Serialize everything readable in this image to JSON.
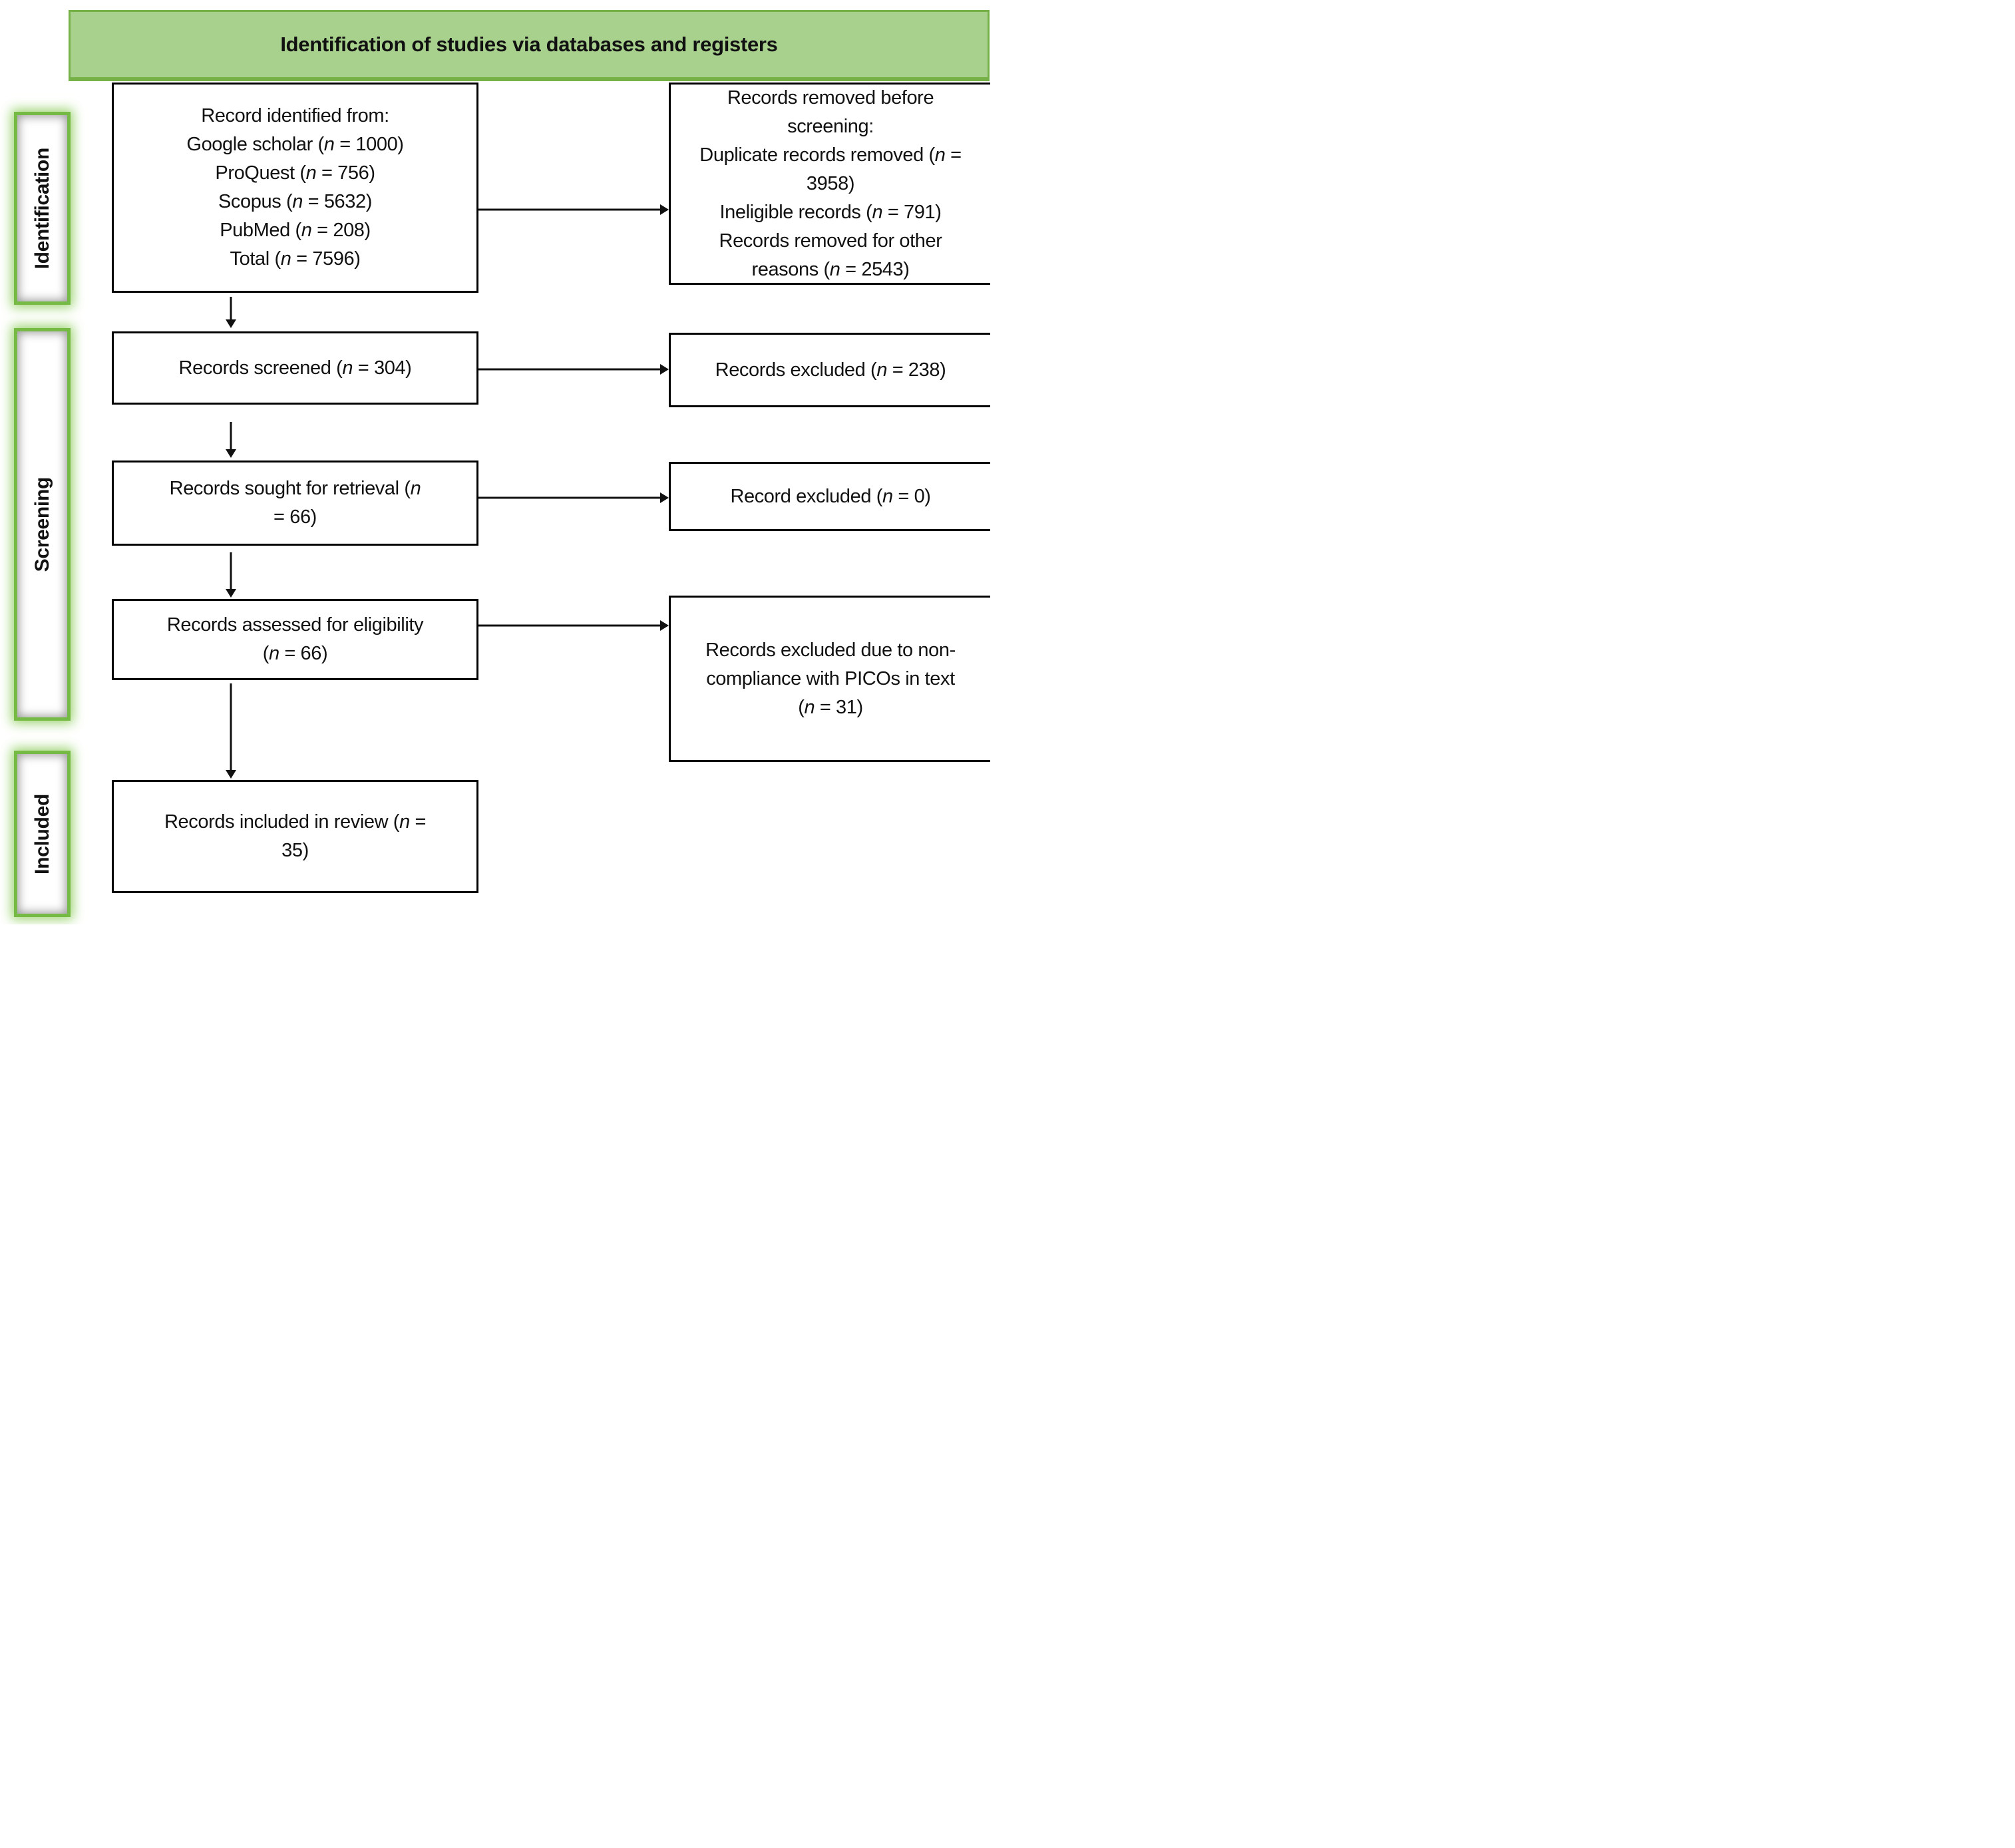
{
  "header": {
    "title": "Identification of studies via databases and registers"
  },
  "sidebar": {
    "items": [
      {
        "label": "Identification"
      },
      {
        "label": "Screening"
      },
      {
        "label": "Included"
      }
    ]
  },
  "flow": {
    "left": [
      {
        "lines": [
          "Record identified from:",
          "Google scholar (n = 1000)",
          "ProQuest (n = 756)",
          "Scopus (n = 5632)",
          "PubMed (n = 208)",
          "Total (n = 7596)"
        ]
      },
      {
        "lines": [
          "Records screened (n = 304)"
        ]
      },
      {
        "lines": [
          "Records sought for retrieval (n",
          "= 66)"
        ]
      },
      {
        "lines": [
          "Records assessed for eligibility",
          "(n = 66)"
        ]
      },
      {
        "lines": [
          "Records included in review (n =",
          "35)"
        ]
      }
    ],
    "right": [
      {
        "lines": [
          "Records removed before",
          "screening:",
          "Duplicate records removed (n =",
          "3958)",
          "Ineligible records (n = 791)",
          "Records removed for other",
          "reasons (n = 2543)"
        ]
      },
      {
        "lines": [
          "Records excluded (n = 238)"
        ]
      },
      {
        "lines": [
          "Record excluded (n = 0)"
        ]
      },
      {
        "lines": [
          "Records excluded due to non-",
          "compliance with PICOs in text",
          "(n = 31)"
        ]
      }
    ]
  },
  "colors": {
    "header_fill": "#a9d18e",
    "header_border": "#76b147",
    "sidebar_border": "#74ba44",
    "sidebar_glow": "#9ed574",
    "box_border": "#000000"
  }
}
